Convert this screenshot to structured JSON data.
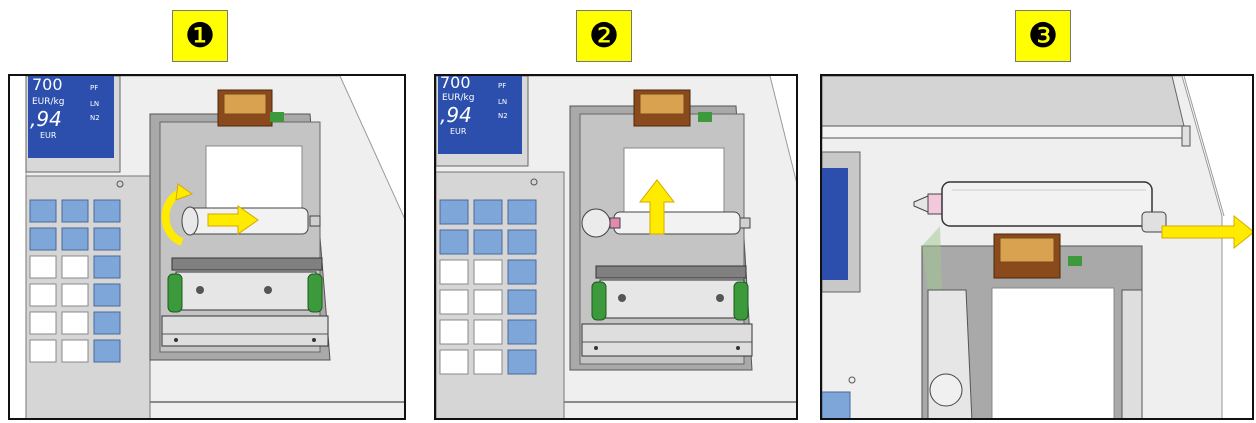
{
  "steps": [
    {
      "number": "❶"
    },
    {
      "number": "❷"
    },
    {
      "number": "❸"
    }
  ],
  "display": {
    "price_per_kg_unit": "EUR/kg",
    "amount": ",94",
    "currency": "EUR",
    "indicators": [
      "PF",
      "LN",
      "N2"
    ],
    "top_digits": "700"
  },
  "colors": {
    "badge": "#ffff00",
    "arrow": "#ffeb00",
    "arrow_stroke": "#d4a800",
    "print_head": "#8a4a1c",
    "key_blue": "#7fa6d8",
    "lcd": "#2c4fae",
    "green_clip": "#3c9a3c"
  },
  "icons": [
    "rotate-arrow-icon",
    "right-arrow-icon",
    "up-arrow-icon",
    "right-arrow-icon"
  ]
}
